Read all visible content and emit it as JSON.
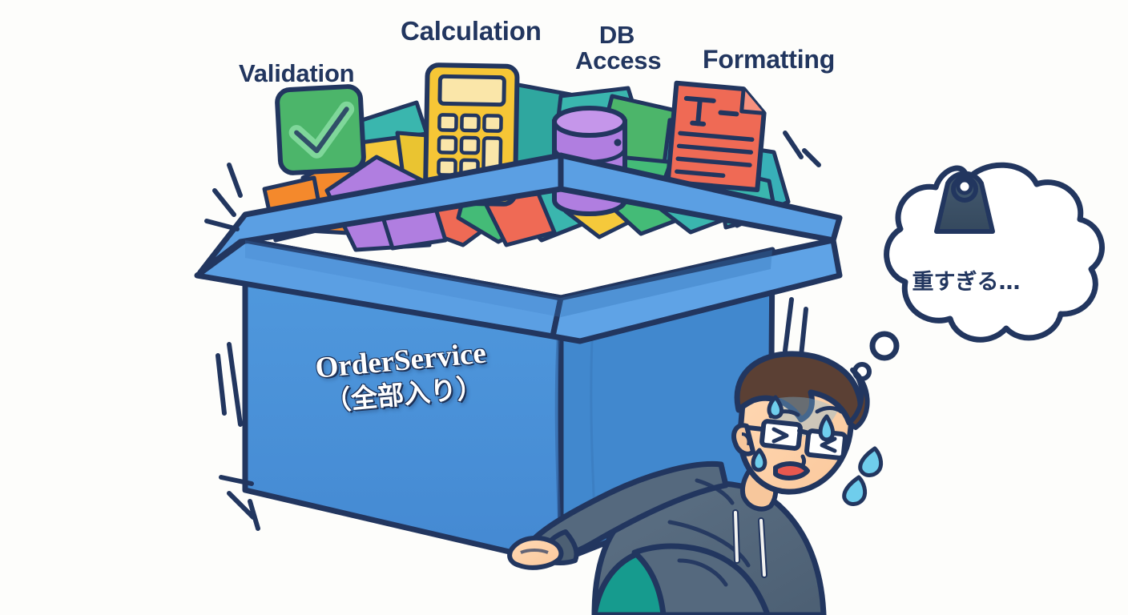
{
  "illustration": {
    "background_color": "#fdfdfb",
    "outline_color": "#22365f",
    "title_concept": "OrderService god-object carried by exhausted developer"
  },
  "labels": [
    {
      "id": "validation",
      "text": "Validation",
      "color": "#22365f",
      "icon": "checkmark-card-icon"
    },
    {
      "id": "calculation",
      "text": "Calculation",
      "color": "#22365f",
      "icon": "calculator-icon"
    },
    {
      "id": "db_access",
      "text": "DB\nAccess",
      "color": "#22365f",
      "icon": "database-icon"
    },
    {
      "id": "formatting",
      "text": "Formatting",
      "color": "#22365f",
      "icon": "text-document-icon"
    }
  ],
  "box": {
    "title": "OrderService",
    "subtitle": "（全部入り）",
    "face_color": "#4a90d9",
    "flap_color": "#5b9fe3",
    "side_color": "#3f7fc4",
    "text_color": "#ffffff"
  },
  "thought_bubble": {
    "text": "重すぎる…",
    "icon": "weight-icon",
    "icon_color": "#3a4f68",
    "fill": "#ffffff",
    "stroke": "#22365f"
  },
  "character": {
    "hair_color": "#5b4034",
    "skin_color": "#fbcfa7",
    "hoodie_color": "#55697e",
    "pants_color": "#169b8e",
    "glasses": "strained-eyes",
    "sweat_color": "#6fcdec",
    "expression": "exhausted"
  },
  "palette": {
    "green": "#4cb56a",
    "teal": "#3ab6ae",
    "cyan": "#46bcc8",
    "purple": "#b07ee0",
    "orange": "#f4892c",
    "yellow": "#f5c93b",
    "calculator_yellow": "#f6c636",
    "calculator_key": "#fae6a9",
    "coral": "#ef6a55",
    "emerald": "#44bb77"
  }
}
